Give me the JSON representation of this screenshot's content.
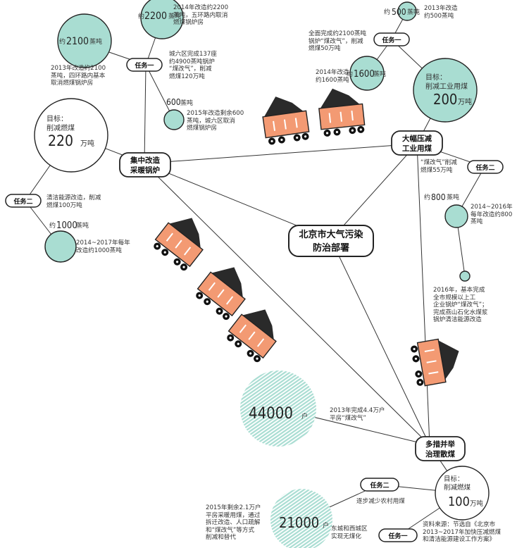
{
  "center": {
    "line1": "北京市大气污染",
    "line2": "防治部署"
  },
  "branches": {
    "boilers": {
      "line1": "集中改造",
      "line2": "采暖锅炉"
    },
    "industry": {
      "line1": "大幅压减",
      "line2": "工业用煤"
    },
    "scatter": {
      "line1": "多措并举",
      "line2": "治理散煤"
    }
  },
  "tasks": {
    "task1": "任务一",
    "task2": "任务二"
  },
  "boilers": {
    "goal": {
      "label": "目标：",
      "sub": "削减燃煤",
      "value": "220",
      "unit": "万吨"
    },
    "t1": {
      "note": "城六区完成137座\n约4900蒸吨锅炉\n“煤改气”，削减\n燃煤120万吨",
      "c2014": {
        "value": "2200",
        "prefix": "约",
        "unit": "蒸吨",
        "note": "2014年改造约2200\n蒸吨，五环路内取消\n燃煤锅炉房"
      },
      "c2013": {
        "value": "2100",
        "prefix": "约",
        "unit": "蒸吨",
        "note": "2013年改造约2100\n蒸吨，四环路内基本\n取消燃煤锅炉房"
      },
      "c2015": {
        "value": "600",
        "unit": "蒸吨",
        "note": "2015年改造剩余600\n蒸吨，城六区取消\n燃煤锅炉房"
      }
    },
    "t2": {
      "note": "清洁能源改造，削减\n燃煤100万吨",
      "c1417": {
        "value": "1000",
        "prefix": "约",
        "unit": "蒸吨",
        "note": "2014~2017年每年\n改造约1000蒸吨"
      }
    }
  },
  "industry": {
    "goal": {
      "label": "目标：",
      "sub": "削减工业用煤",
      "value": "200",
      "unit": "万吨"
    },
    "t1": {
      "note": "全面完成约2100蒸吨\n锅炉“煤改气”，削减\n燃煤50万吨",
      "c2013": {
        "value": "500",
        "prefix": "约",
        "unit": "蒸吨",
        "note": "2013年改造\n约500蒸吨"
      },
      "c2014": {
        "value": "1600",
        "prefix": "约",
        "unit": "蒸吨",
        "note": "2014年改造\n约1600蒸吨"
      }
    },
    "t2": {
      "note": "“煤改气”削减\n燃煤55万吨",
      "c1416": {
        "value": "800",
        "prefix": "约",
        "unit": "蒸吨",
        "note": "2014~2016年\n每年改造约800\n蒸吨"
      },
      "c2016": {
        "note": "2016年，基本完成\n全市规模以上工\n企业锅炉“煤改气”；\n完成燕山石化水煤浆\n锅炉清洁能源改造"
      }
    }
  },
  "scatter": {
    "goal": {
      "label": "目标：",
      "sub": "削减燃煤",
      "value": "100",
      "unit": "万吨"
    },
    "c2013": {
      "value": "44000",
      "unit": "户",
      "note": "2013年完成4.4万户\n平房“煤改气”"
    },
    "c2015": {
      "value": "21000",
      "unit": "户",
      "note": "2015年剩余2.1万户\n平房采暖用煤，通过\n拆迁改造、人口疏解\n和“煤改气”等方式\n削减和替代"
    },
    "t2_note": "逐步减少农村用煤",
    "t1_note": "东城和西城区\n实现无煤化"
  },
  "source": "资料来源：节选自《北京市\n2013~2017年加快压减燃煤\n和清洁能源建设工作方案》",
  "colors": {
    "circle": "#a9ddd2",
    "truck": "#f39a73",
    "coal": "#2a2a2a",
    "line": "#333333"
  }
}
